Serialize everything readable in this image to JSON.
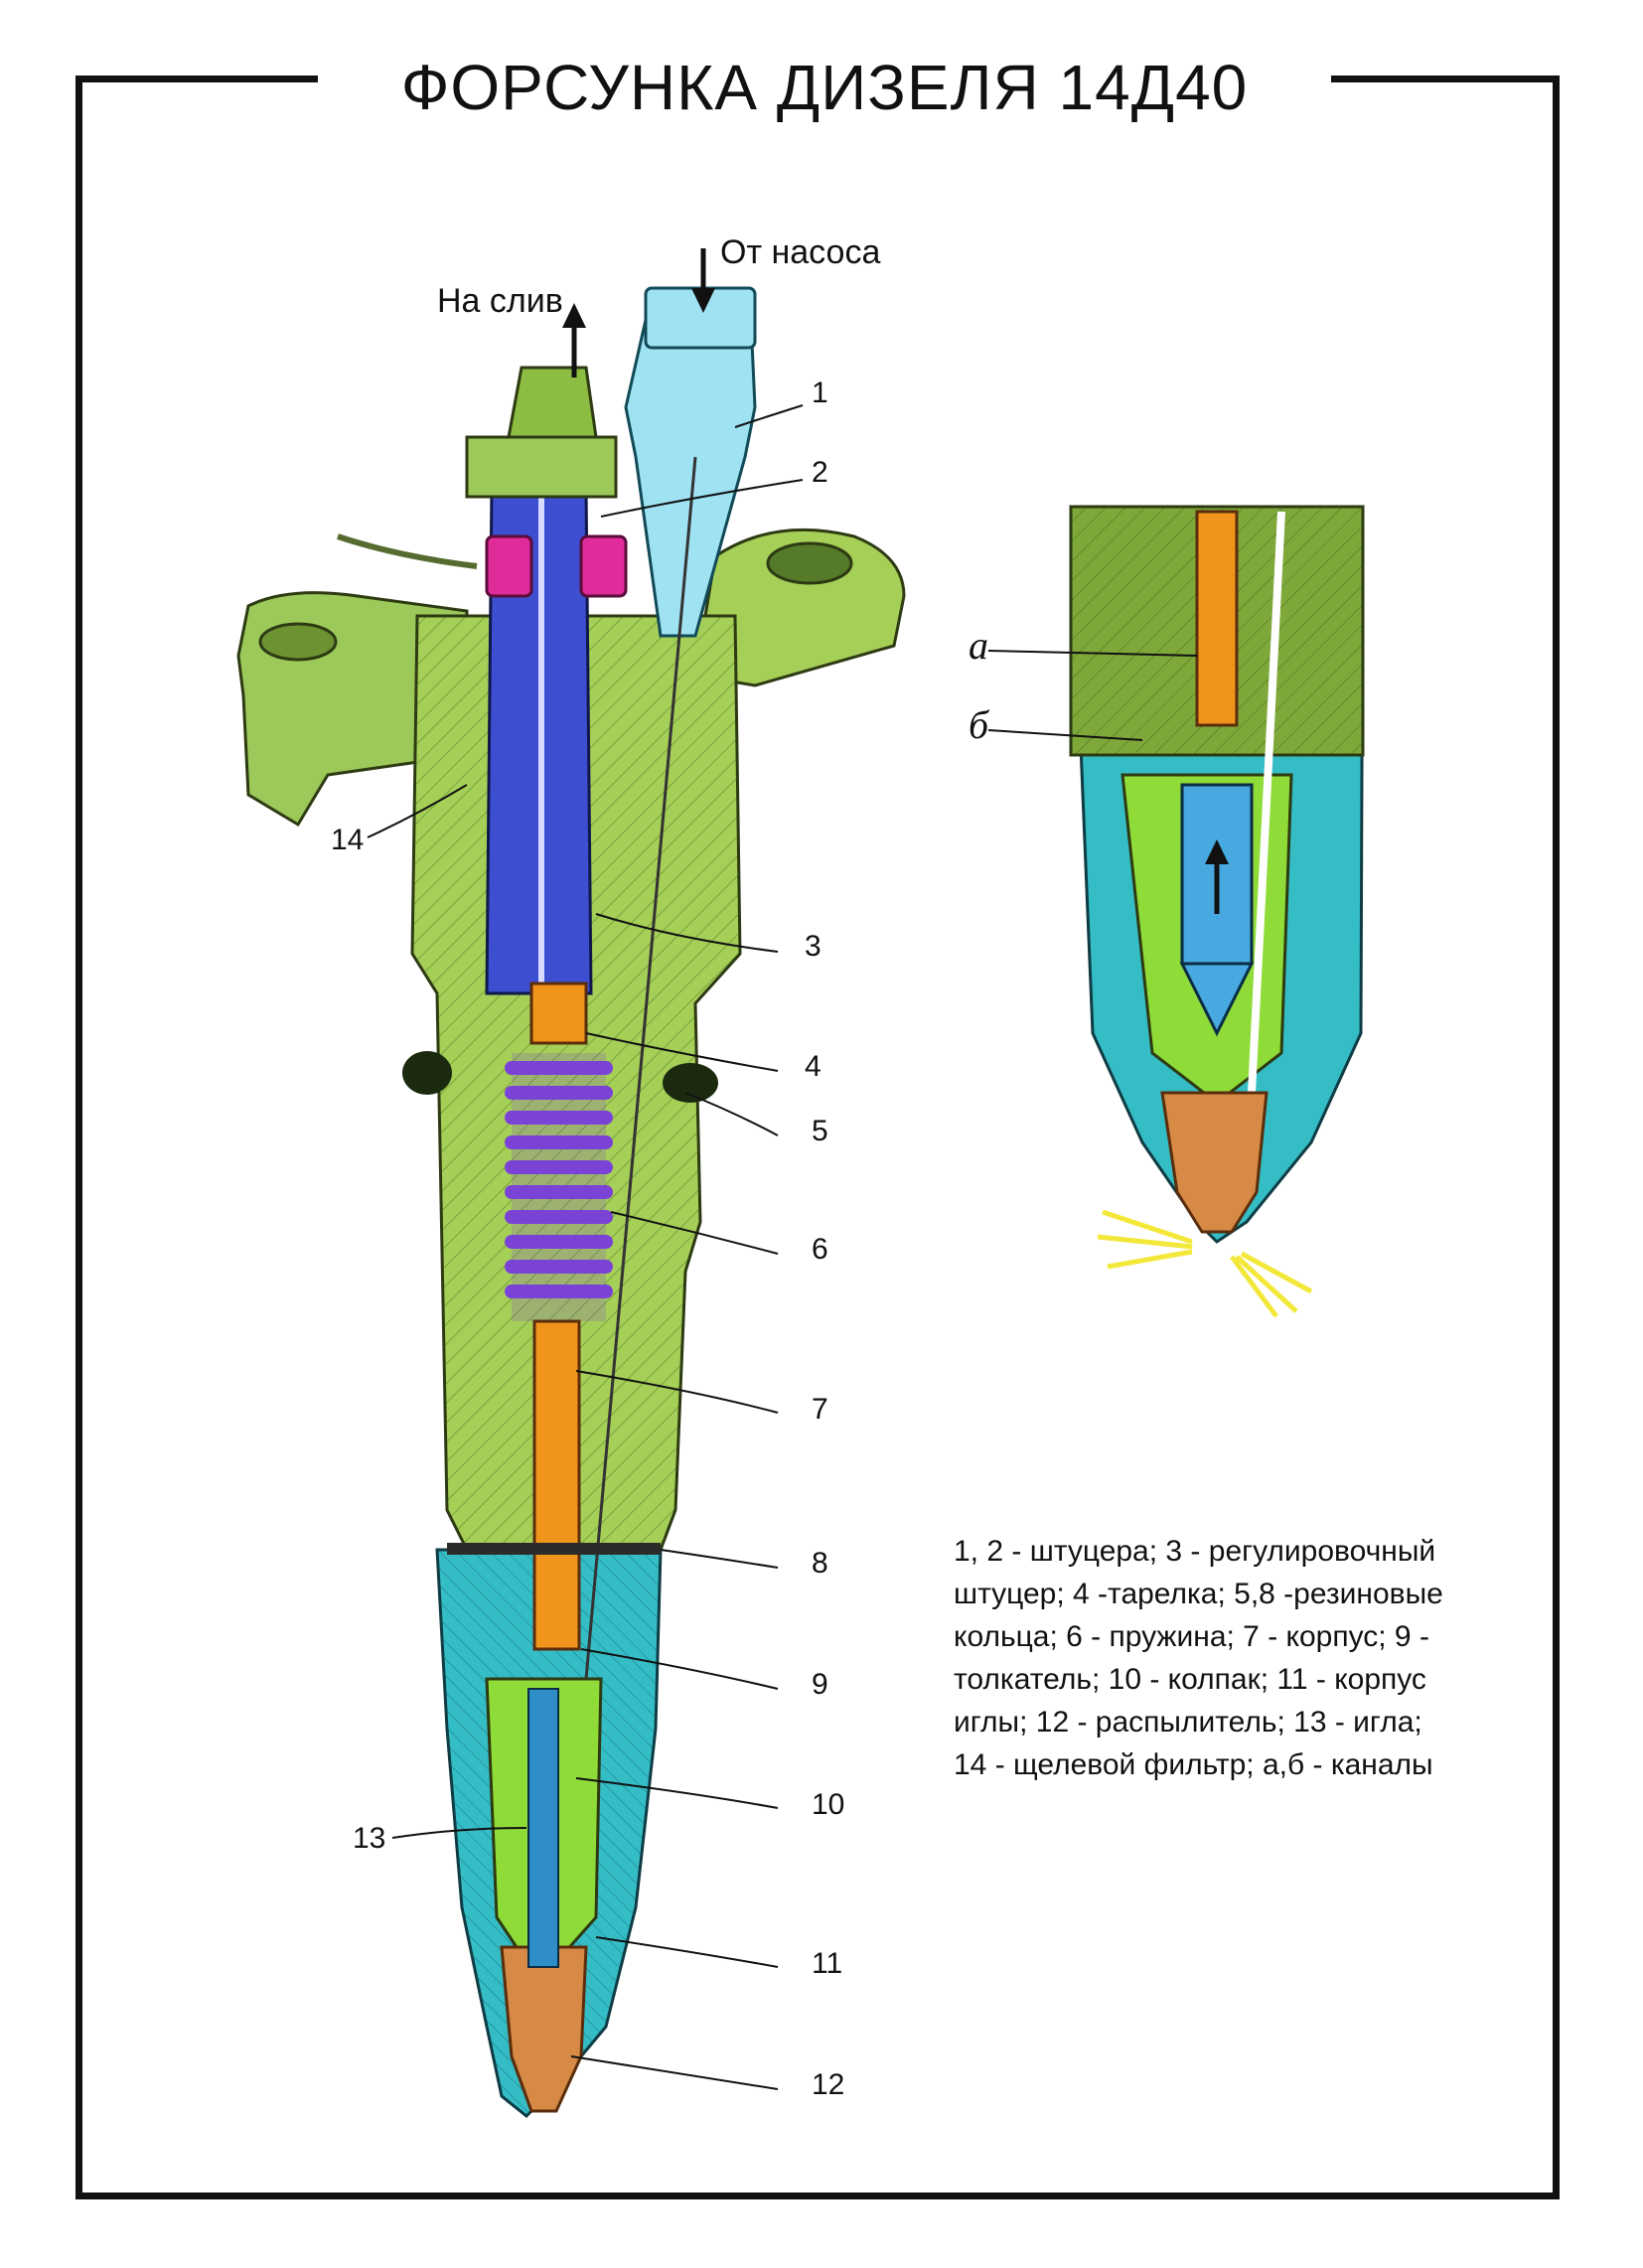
{
  "title": "ФОРСУНКА ДИЗЕЛЯ 14Д40",
  "flow_labels": {
    "drain": "На слив",
    "from_pump": "От насоса"
  },
  "part_numbers": [
    "1",
    "2",
    "3",
    "4",
    "5",
    "6",
    "7",
    "8",
    "9",
    "10",
    "11",
    "12",
    "13",
    "14"
  ],
  "channel_labels": [
    "а",
    "б"
  ],
  "legend_lines": [
    "1, 2 - штуцера;  3 - регулировочный",
    "штуцер; 4 -тарелка; 5,8 -резиновые",
    "кольца;  6 - пружина;  7 - корпус; 9 -",
    "толкатель;  10 - колпак;  11 - корпус",
    "иглы;  12 -  распылитель;  13 - игла;",
    "14 - щелевой фильтр; а,б - каналы"
  ],
  "colors": {
    "body_green": "#a6cf58",
    "body_dark_green": "#7fa83a",
    "cap_cyan": "#35bdc6",
    "inner_blue": "#3d4fd0",
    "orange": "#f0941c",
    "spring_purple": "#7b42d6",
    "magenta": "#e02c9a",
    "light_cyan": "#9fe3f2",
    "bright_green": "#8fdc38",
    "copper": "#d78a45",
    "spray_yellow": "#f3e83a"
  }
}
